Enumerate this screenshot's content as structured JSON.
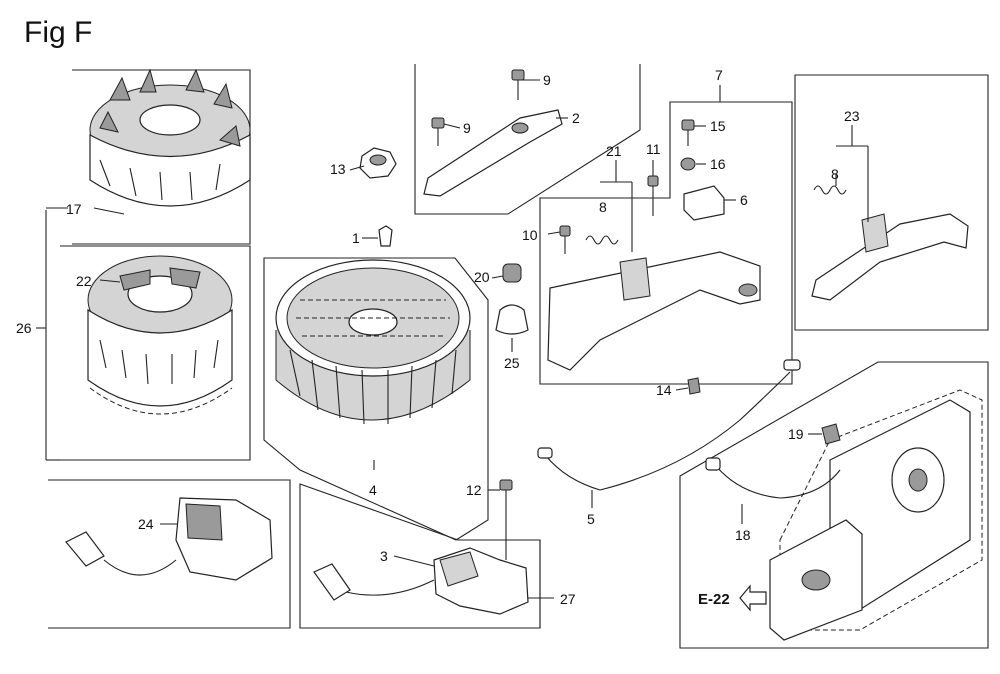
{
  "figure": {
    "title": "Fig F"
  },
  "callouts": {
    "c1": "1",
    "c2": "2",
    "c3": "3",
    "c4": "4",
    "c5": "5",
    "c6": "6",
    "c7": "7",
    "c8a": "8",
    "c8b": "8",
    "c9a": "9",
    "c9b": "9",
    "c10": "10",
    "c11": "11",
    "c12": "12",
    "c13": "13",
    "c14": "14",
    "c15": "15",
    "c16": "16",
    "c17": "17",
    "c18": "18",
    "c19": "19",
    "c20": "20",
    "c21": "21",
    "c22": "22",
    "c23": "23",
    "c24": "24",
    "c25": "25",
    "c26": "26",
    "c27": "27"
  },
  "reference": {
    "label": "E-22"
  }
}
